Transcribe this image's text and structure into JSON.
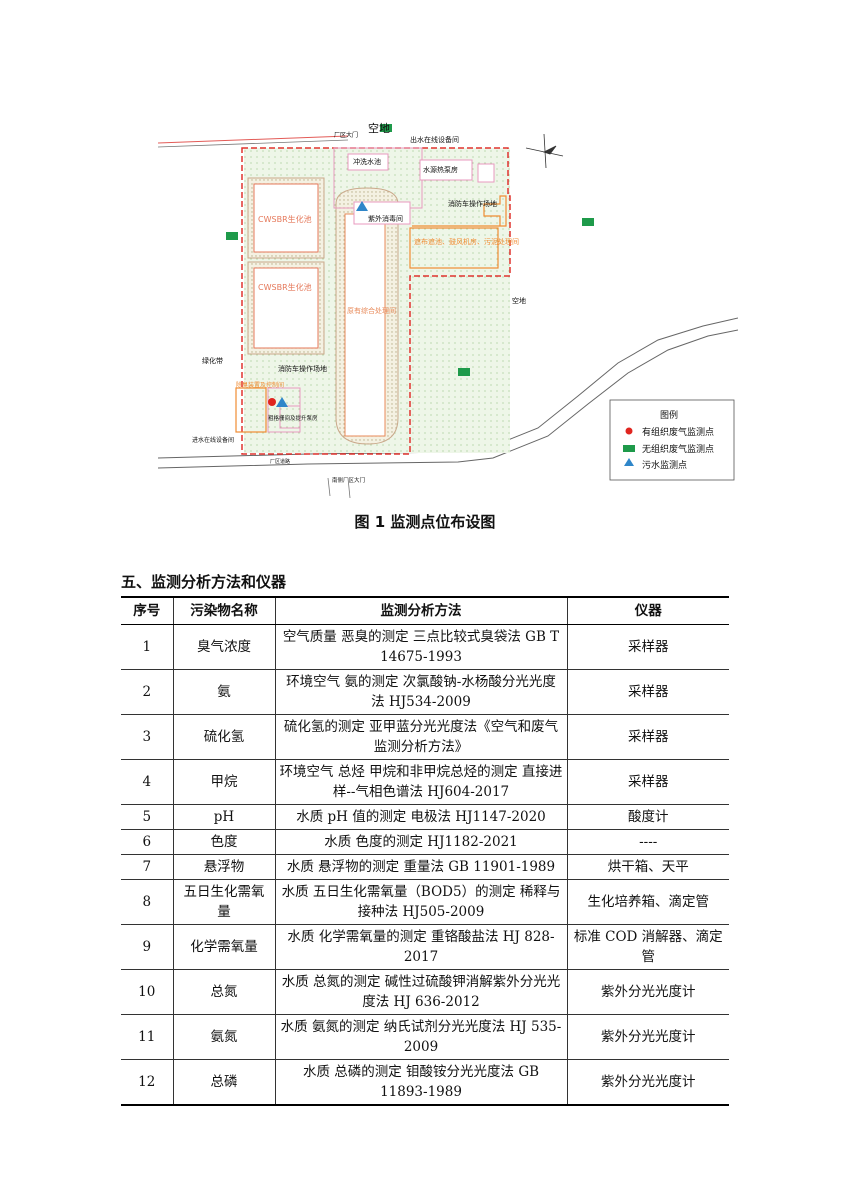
{
  "map": {
    "labels": {
      "open_land_top": "空地",
      "factory_gate": "厂区大门",
      "outlet_station": "出水在线设备间",
      "flush_pool": "冲洗水池",
      "water_heat_pump": "水源热泵房",
      "uv_room": "紫外消毒间",
      "fire_area_right": "消防车操作场地",
      "orange_right": "遮布遮池、鼓风机房、污泥处理间",
      "cwsbr_1": "CWSBR生化池",
      "cwsbr_2": "CWSBR生化池",
      "existing_building": "原有综合处理间",
      "open_land_right": "空地",
      "greenbelt": "绿化带",
      "fire_area_bottom": "消防车操作场地",
      "screen_room": "粗格栅间及提升泵房",
      "inlet_station": "进水在线设备间",
      "orange_left": "除臭装置及控制间",
      "road_label": "厂区道路",
      "bottom_gate": "南侧厂区大门"
    },
    "legend": {
      "title": "图例",
      "items": [
        {
          "label": "有组织废气监测点",
          "symbol": "red-circle-icon"
        },
        {
          "label": "无组织废气监测点",
          "symbol": "green-rect-icon"
        },
        {
          "label": "污水监测点",
          "symbol": "blue-triangle-icon"
        }
      ]
    },
    "colors": {
      "boundary": "#e0332f",
      "orange": "#f08c33",
      "pink": "#e89abf",
      "green_marker": "#1e9a4a",
      "red_marker": "#e0251f",
      "blue_marker": "#2f86c9",
      "hatch": "#d9d4b3"
    }
  },
  "caption": "图 1  监测点位布设图",
  "section_title": "五、监测分析方法和仪器",
  "table": {
    "headers": {
      "no": "序号",
      "pollutant": "污染物名称",
      "method": "监测分析方法",
      "instrument": "仪器"
    },
    "rows": [
      {
        "no": "1",
        "pollutant": "臭气浓度",
        "method": "空气质量  恶臭的测定  三点比较式臭袋法 GB T 14675-1993",
        "instrument": "采样器"
      },
      {
        "no": "2",
        "pollutant": "氨",
        "method": "环境空气  氨的测定  次氯酸钠-水杨酸分光光度法 HJ534-2009",
        "instrument": "采样器"
      },
      {
        "no": "3",
        "pollutant": "硫化氢",
        "method": "硫化氢的测定  亚甲蓝分光光度法《空气和废气监测分析方法》",
        "instrument": "采样器"
      },
      {
        "no": "4",
        "pollutant": "甲烷",
        "method": "环境空气  总烃  甲烷和非甲烷总烃的测定  直接进样--气相色谱法 HJ604-2017",
        "instrument": "采样器"
      },
      {
        "no": "5",
        "pollutant": "pH",
        "method": "水质  pH 值的测定  电极法  HJ1147-2020",
        "instrument": "酸度计"
      },
      {
        "no": "6",
        "pollutant": "色度",
        "method": "水质  色度的测定 HJ1182-2021",
        "instrument": "----"
      },
      {
        "no": "7",
        "pollutant": "悬浮物",
        "method": "水质  悬浮物的测定  重量法  GB 11901-1989",
        "instrument": "烘干箱、天平"
      },
      {
        "no": "8",
        "pollutant": "五日生化需氧量",
        "method": "水质  五日生化需氧量（BOD5）的测定  稀释与接种法  HJ505-2009",
        "instrument": "生化培养箱、滴定管"
      },
      {
        "no": "9",
        "pollutant": "化学需氧量",
        "method": "水质  化学需氧量的测定  重铬酸盐法  HJ 828-2017",
        "instrument": "标准 COD 消解器、滴定管"
      },
      {
        "no": "10",
        "pollutant": "总氮",
        "method": "水质  总氮的测定  碱性过硫酸钾消解紫外分光光度法  HJ 636-2012",
        "instrument": "紫外分光光度计"
      },
      {
        "no": "11",
        "pollutant": "氨氮",
        "method": "水质  氨氮的测定  纳氏试剂分光光度法  HJ 535-2009",
        "instrument": "紫外分光光度计"
      },
      {
        "no": "12",
        "pollutant": "总磷",
        "method": "水质  总磷的测定  钼酸铵分光光度法  GB 11893-1989",
        "instrument": "紫外分光光度计"
      }
    ]
  }
}
